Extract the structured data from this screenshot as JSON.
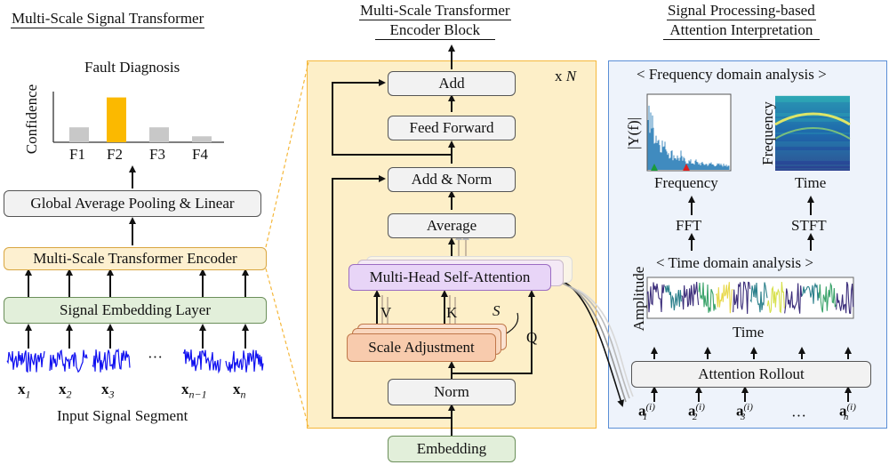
{
  "titles": {
    "left": "Multi-Scale Signal Transformer",
    "middle_line1": "Multi-Scale Transformer",
    "middle_line2": "Encoder Block",
    "right_line1": "Signal Processing-based",
    "right_line2": "Attention Interpretation"
  },
  "left": {
    "fault_title": "Fault Diagnosis",
    "ylabel": "Confidence",
    "pooling": "Global Average Pooling & Linear",
    "encoder": "Multi-Scale Transformer Encoder",
    "embedding": "Signal Embedding Layer",
    "ellipsis": "···",
    "input_label": "Input Signal Segment",
    "inputs": [
      "x",
      "x",
      "x",
      "x",
      "x"
    ],
    "input_subs": [
      "1",
      "2",
      "3",
      "n−1",
      "n"
    ]
  },
  "chart_data": {
    "type": "bar",
    "title": "Fault Diagnosis",
    "ylabel": "Confidence",
    "categories": [
      "F1",
      "F2",
      "F3",
      "F4"
    ],
    "values": [
      0.3,
      0.9,
      0.3,
      0.12
    ],
    "colors": [
      "#c8c8c8",
      "#fbb900",
      "#c8c8c8",
      "#c8c8c8"
    ]
  },
  "middle": {
    "repeat": "x N",
    "add": "Add",
    "feed_forward": "Feed Forward",
    "add_norm": "Add & Norm",
    "average": "Average",
    "mhsa": "Multi-Head Self-Attention",
    "v": "V",
    "k": "K",
    "q": "Q",
    "s": "S",
    "scale_adjustment": "Scale Adjustment",
    "norm": "Norm",
    "embedding": "Embedding"
  },
  "right": {
    "freq_title": "< Frequency domain analysis >",
    "fft_ylabel": "|Y(f)|",
    "fft_xlabel": "Frequency",
    "stft_ylabel": "Frequency",
    "stft_xlabel": "Time",
    "fft": "FFT",
    "stft": "STFT",
    "time_title": "< Time domain analysis >",
    "amp_ylabel": "Amplitude",
    "time_xlabel": "Time",
    "rollout": "Attention Rollout",
    "ellipsis": "···",
    "attn_outputs": [
      "a",
      "a",
      "a",
      "a"
    ],
    "attn_subs": [
      "1",
      "2",
      "3",
      "n"
    ],
    "attn_sup": "(i)"
  },
  "colors": {
    "encoder_panel_fill": "#fdefc8",
    "encoder_panel_border": "#f5b73a",
    "interpretation_border": "#5a8ed6",
    "interpretation_fill": "#eef3fb",
    "green_box": "#e2efda",
    "green_border": "#6b8f5a",
    "yellow_box": "#fdf0d0",
    "purple_box": "#e8d5f7",
    "purple_border": "#9b6cc2",
    "orange_box": "#f8cbad",
    "orange_border": "#c0784a",
    "signal_blue": "#1010f0"
  }
}
